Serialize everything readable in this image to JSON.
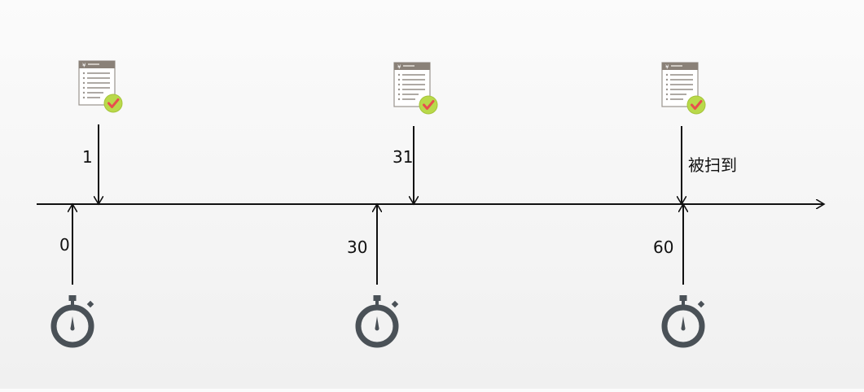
{
  "timeline": {
    "events": [
      {
        "time_label": "0",
        "timer_icon": "stopwatch-icon"
      },
      {
        "time_label": "30",
        "timer_icon": "stopwatch-icon"
      },
      {
        "time_label": "60",
        "timer_icon": "stopwatch-icon"
      }
    ],
    "orders": [
      {
        "time_label": "1",
        "doc_icon": "order-document-check-icon"
      },
      {
        "time_label": "31",
        "doc_icon": "order-document-check-icon"
      },
      {
        "time_label": "",
        "doc_icon": "order-document-check-icon"
      }
    ],
    "annotation": "被扫到"
  },
  "colors": {
    "line": "#111111",
    "stopwatch": "#4a5157",
    "doc_header": "#8a8178",
    "check_badge": "#b9d94a",
    "check_mark": "#e84e4e"
  }
}
